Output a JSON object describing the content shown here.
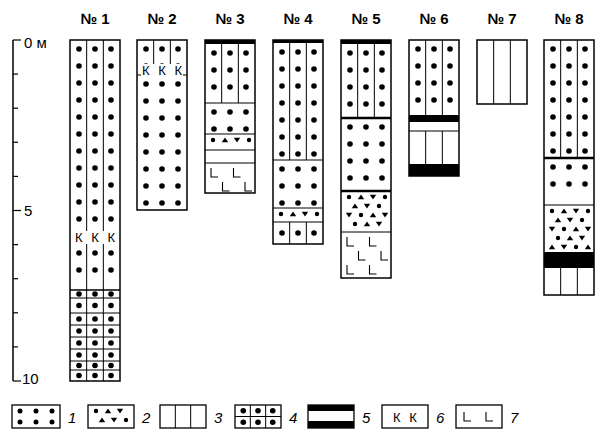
{
  "diagram": {
    "labels": [
      "№ 1",
      "№ 2",
      "№ 3",
      "№ 4",
      "№ 5",
      "№ 6",
      "№ 7",
      "№ 8",
      "0 м",
      "5",
      "10",
      "К К К",
      "К К К",
      "К К"
    ],
    "legend": [
      {
        "text": "1"
      },
      {
        "text": "2"
      },
      {
        "text": "3"
      },
      {
        "text": "4"
      },
      {
        "text": "5"
      },
      {
        "text": "6"
      },
      {
        "text": "7"
      }
    ]
  }
}
